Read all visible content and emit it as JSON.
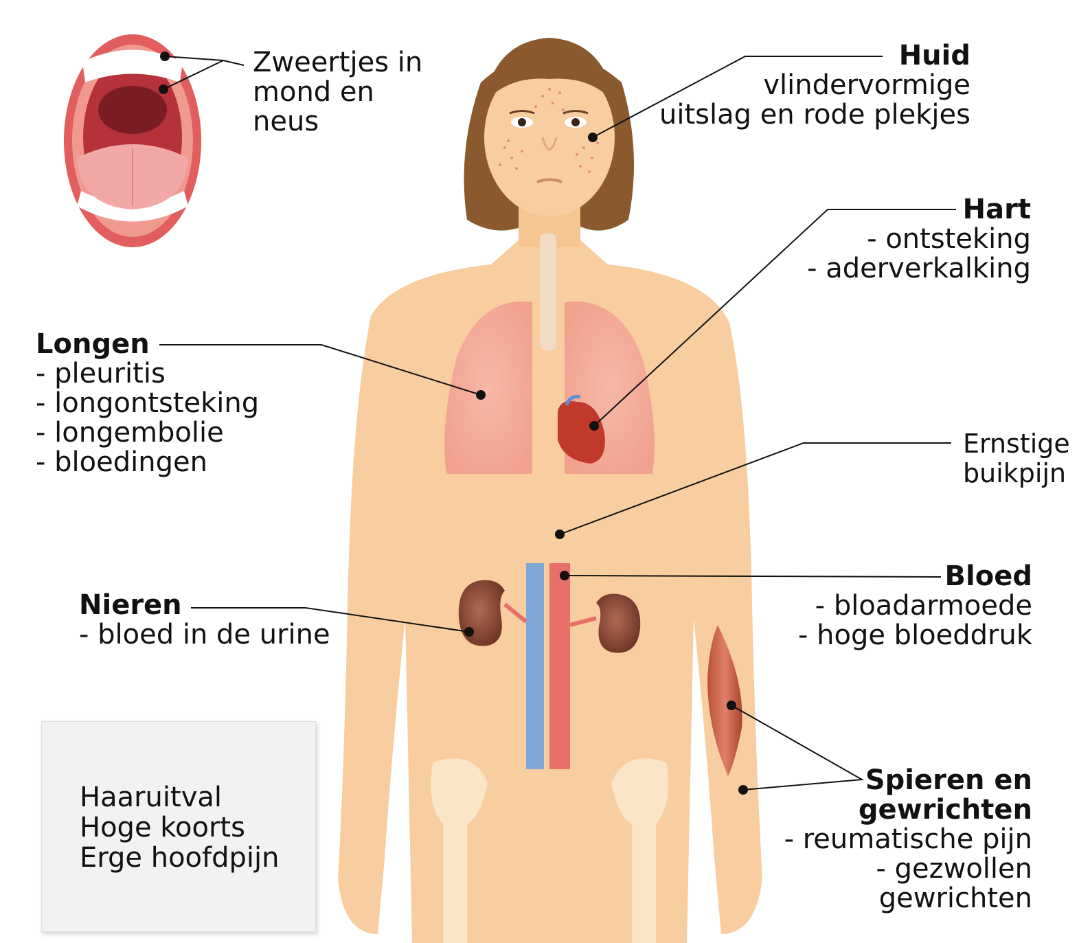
{
  "mouth": {
    "label_lines": [
      "Zweertjes in",
      "mond en",
      "neus"
    ]
  },
  "skin": {
    "title": "Huid",
    "lines": [
      "vlindervormige",
      "uitslag en rode plekjes"
    ]
  },
  "heart": {
    "title": "Hart",
    "lines": [
      "- ontsteking",
      "- aderverkalking"
    ]
  },
  "lungs": {
    "title": "Longen",
    "lines": [
      "- pleuritis",
      "- longontsteking",
      "- longembolie",
      "- bloedingen"
    ]
  },
  "abdomen": {
    "lines": [
      "Ernstige",
      "buikpijn"
    ]
  },
  "blood": {
    "title": "Bloed",
    "lines": [
      "- bloadarmoede",
      "- hoge bloeddruk"
    ]
  },
  "kidneys": {
    "title": "Nieren",
    "lines": [
      "- bloed in de urine"
    ]
  },
  "muscles": {
    "title_lines": [
      "Spieren en",
      "gewrichten"
    ],
    "lines": [
      "- reumatische pijn",
      "- gezwollen",
      "gewrichten"
    ]
  },
  "general_box": {
    "items": [
      "Haaruitval",
      "Hoge koorts",
      "Erge hoofdpijn"
    ]
  },
  "colors": {
    "skin": "#f8cd9f",
    "hair": "#8a5a2e",
    "lung": "#f4b3a6",
    "artery": "#e8706a",
    "vein": "#7fa8d6",
    "bone": "#fae6c6",
    "kidney": "#8a4a3a"
  }
}
